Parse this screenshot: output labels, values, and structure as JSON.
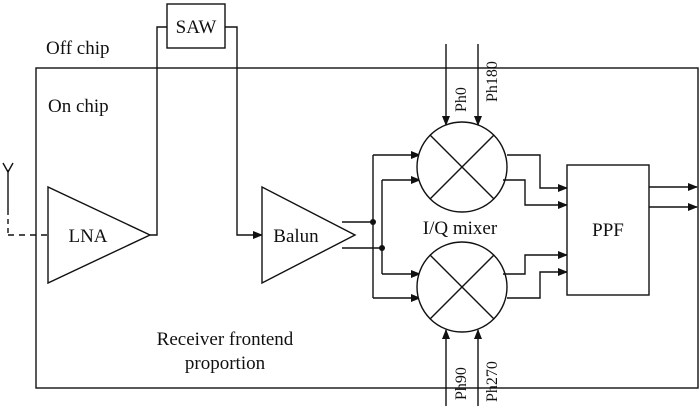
{
  "labels": {
    "off_chip": "Off chip",
    "on_chip": "On chip",
    "saw": "SAW",
    "lna": "LNA",
    "balun": "Balun",
    "iq_mixer": "I/Q mixer",
    "ppf": "PPF",
    "caption_line1": "Receiver frontend",
    "caption_line2": "proportion"
  },
  "phases": {
    "top_left": "Ph0",
    "top_right": "Ph180",
    "bottom_left": "Ph90",
    "bottom_right": "Ph270"
  }
}
